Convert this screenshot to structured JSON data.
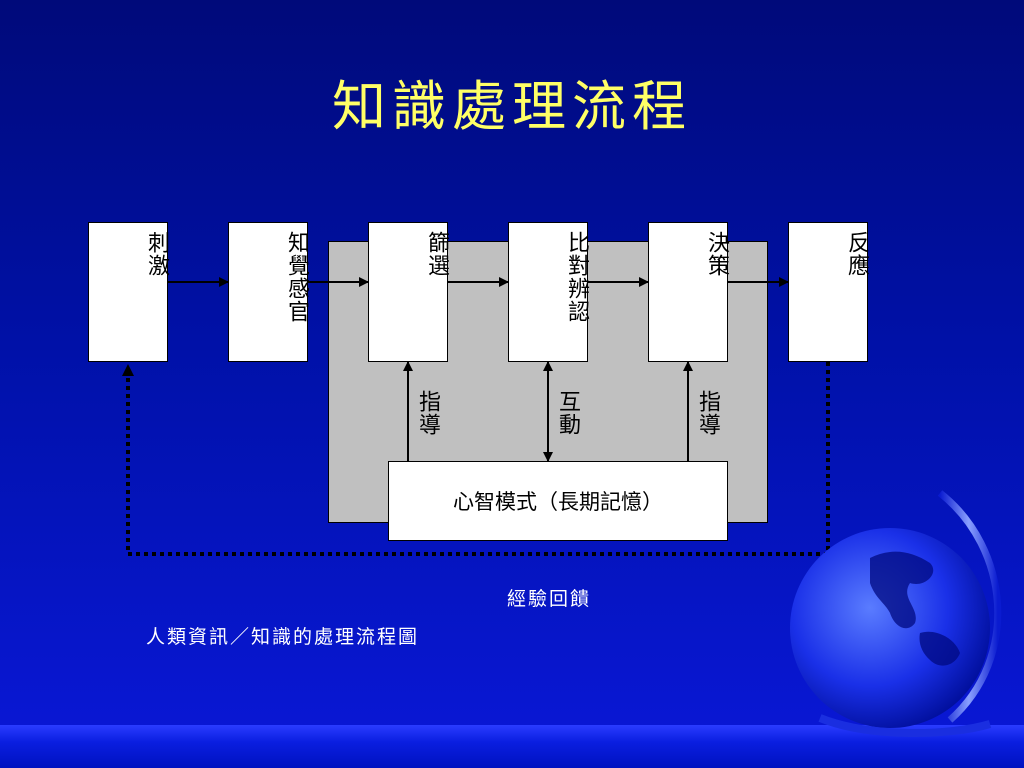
{
  "title": "知識處理流程",
  "nodes": {
    "stimulus": "刺激",
    "perception": "知覺感官",
    "filter": "篩選",
    "compare": "比對辨認",
    "decision": "決策",
    "response": "反應"
  },
  "edge_labels": {
    "guide_left": "指導",
    "interact": "互動",
    "guide_right": "指導"
  },
  "mental_model": "心智模式（長期記憶）",
  "feedback_label": "經驗回饋",
  "caption": "人類資訊／知識的處理流程圖",
  "colors": {
    "background": "#0011a8",
    "title": "#ffff66",
    "panel": "#c0c0c0"
  }
}
